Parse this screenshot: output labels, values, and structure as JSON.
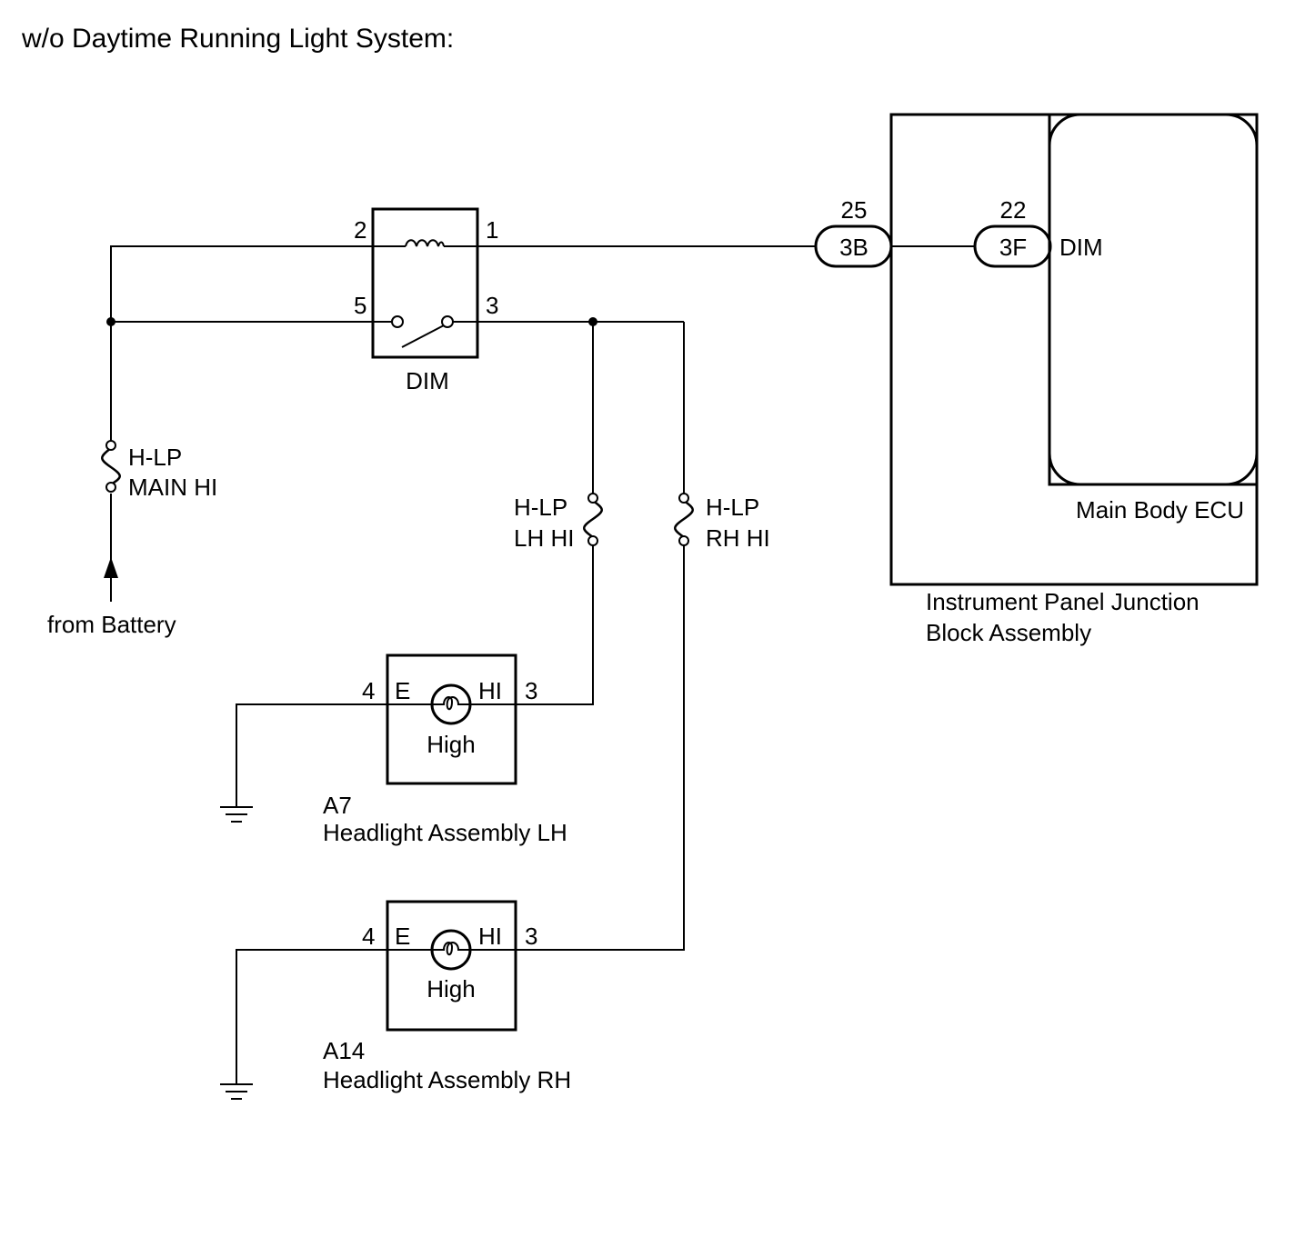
{
  "title": "w/o Daytime Running Light System:",
  "relay": {
    "label": "DIM",
    "pin_2": "2",
    "pin_1": "1",
    "pin_5": "5",
    "pin_3": "3"
  },
  "fuses": {
    "main": {
      "line1": "H-LP",
      "line2": "MAIN HI"
    },
    "lh": {
      "line1": "H-LP",
      "line2": "LH HI"
    },
    "rh": {
      "line1": "H-LP",
      "line2": "RH HI"
    }
  },
  "battery_label": "from Battery",
  "connectors": {
    "c3b": {
      "pin": "25",
      "name": "3B"
    },
    "c3f": {
      "pin": "22",
      "name": "3F"
    }
  },
  "ecu": {
    "pin_label": "DIM",
    "name": "Main Body ECU"
  },
  "junction_block": {
    "line1": "Instrument Panel Junction",
    "line2": "Block Assembly"
  },
  "headlight_lh": {
    "pin_e_num": "4",
    "pin_e": "E",
    "pin_hi": "HI",
    "pin_hi_num": "3",
    "beam": "High",
    "code": "A7",
    "name": "Headlight Assembly LH"
  },
  "headlight_rh": {
    "pin_e_num": "4",
    "pin_e": "E",
    "pin_hi": "HI",
    "pin_hi_num": "3",
    "beam": "High",
    "code": "A14",
    "name": "Headlight Assembly RH"
  }
}
